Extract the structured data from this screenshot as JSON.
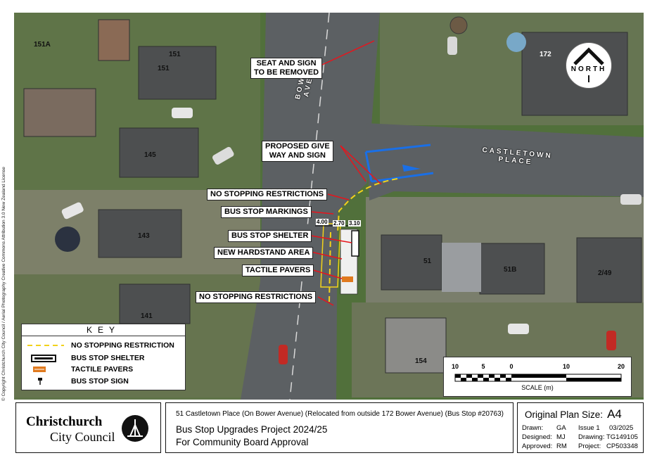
{
  "map": {
    "copyright": "© Copyright Christchurch City Council / Aerial Photography Creative Commons Attribution 3.0 New Zealand License",
    "streets": [
      {
        "id": "bower",
        "name_line1": "BOWER",
        "name_line2": "AVENUE"
      },
      {
        "id": "castletown",
        "name_line1": "CASTLETOWN",
        "name_line2": "PLACE"
      }
    ],
    "properties": [
      "151A",
      "151",
      "151",
      "145",
      "143",
      "141",
      "172",
      "51",
      "51B",
      "2/49",
      "154"
    ],
    "callouts": {
      "seat": [
        "SEAT AND SIGN",
        "TO BE REMOVED"
      ],
      "give_way": [
        "PROPOSED GIVE",
        "WAY AND SIGN"
      ],
      "no_stopping_top": "NO STOPPING RESTRICTIONS",
      "bus_stop_markings": "BUS STOP MARKINGS",
      "bus_stop_shelter": "BUS STOP SHELTER",
      "new_hardstand": "NEW HARDSTAND AREA",
      "tactile_pavers": "TACTILE PAVERS",
      "no_stopping_bottom": "NO STOPPING RESTRICTIONS"
    },
    "dimensions": [
      "4.00",
      "2.70",
      "3.10"
    ]
  },
  "key": {
    "title": "KEY",
    "items": [
      {
        "label": "NO STOPPING RESTRICTION",
        "symbol": "yellow-dashed-line"
      },
      {
        "label": "BUS STOP SHELTER",
        "symbol": "shelter-icon"
      },
      {
        "label": "TACTILE PAVERS",
        "symbol": "tactile-paver-icon"
      },
      {
        "label": "BUS STOP SIGN",
        "symbol": "bus-stop-sign-icon"
      }
    ]
  },
  "north_arrow": {
    "label": "NORTH"
  },
  "scale": {
    "ticks": [
      "10",
      "5",
      "0",
      "10",
      "20"
    ],
    "label": "SCALE (m)"
  },
  "title_block": {
    "logo_line1": "Christchurch",
    "logo_line2": "City Council",
    "location_line": "51 Castletown Place (On Bower Avenue) (Relocated from outside 172 Bower Avenue) (Bus Stop #20763)",
    "project_title": "Bus Stop Upgrades Project 2024/25",
    "subtitle": "For Community Board Approval",
    "original_plan_size_label": "Original Plan Size:",
    "original_plan_size": "A4",
    "drawn_label": "Drawn:",
    "drawn": "GA",
    "issue_label": "Issue 1",
    "issue_date": "03/2025",
    "designed_label": "Designed:",
    "designed": "MJ",
    "drawing_label": "Drawing:",
    "drawing": "TG149105",
    "approved_label": "Approved:",
    "approved": "RM",
    "project_label": "Project:",
    "project": "CP503348"
  },
  "colors": {
    "no_stopping": "#f2d21b",
    "callout_line": "#e8141c",
    "give_way_marking": "#1a6fe6",
    "road": "#5a5f62",
    "grass": "#4f7a36"
  }
}
